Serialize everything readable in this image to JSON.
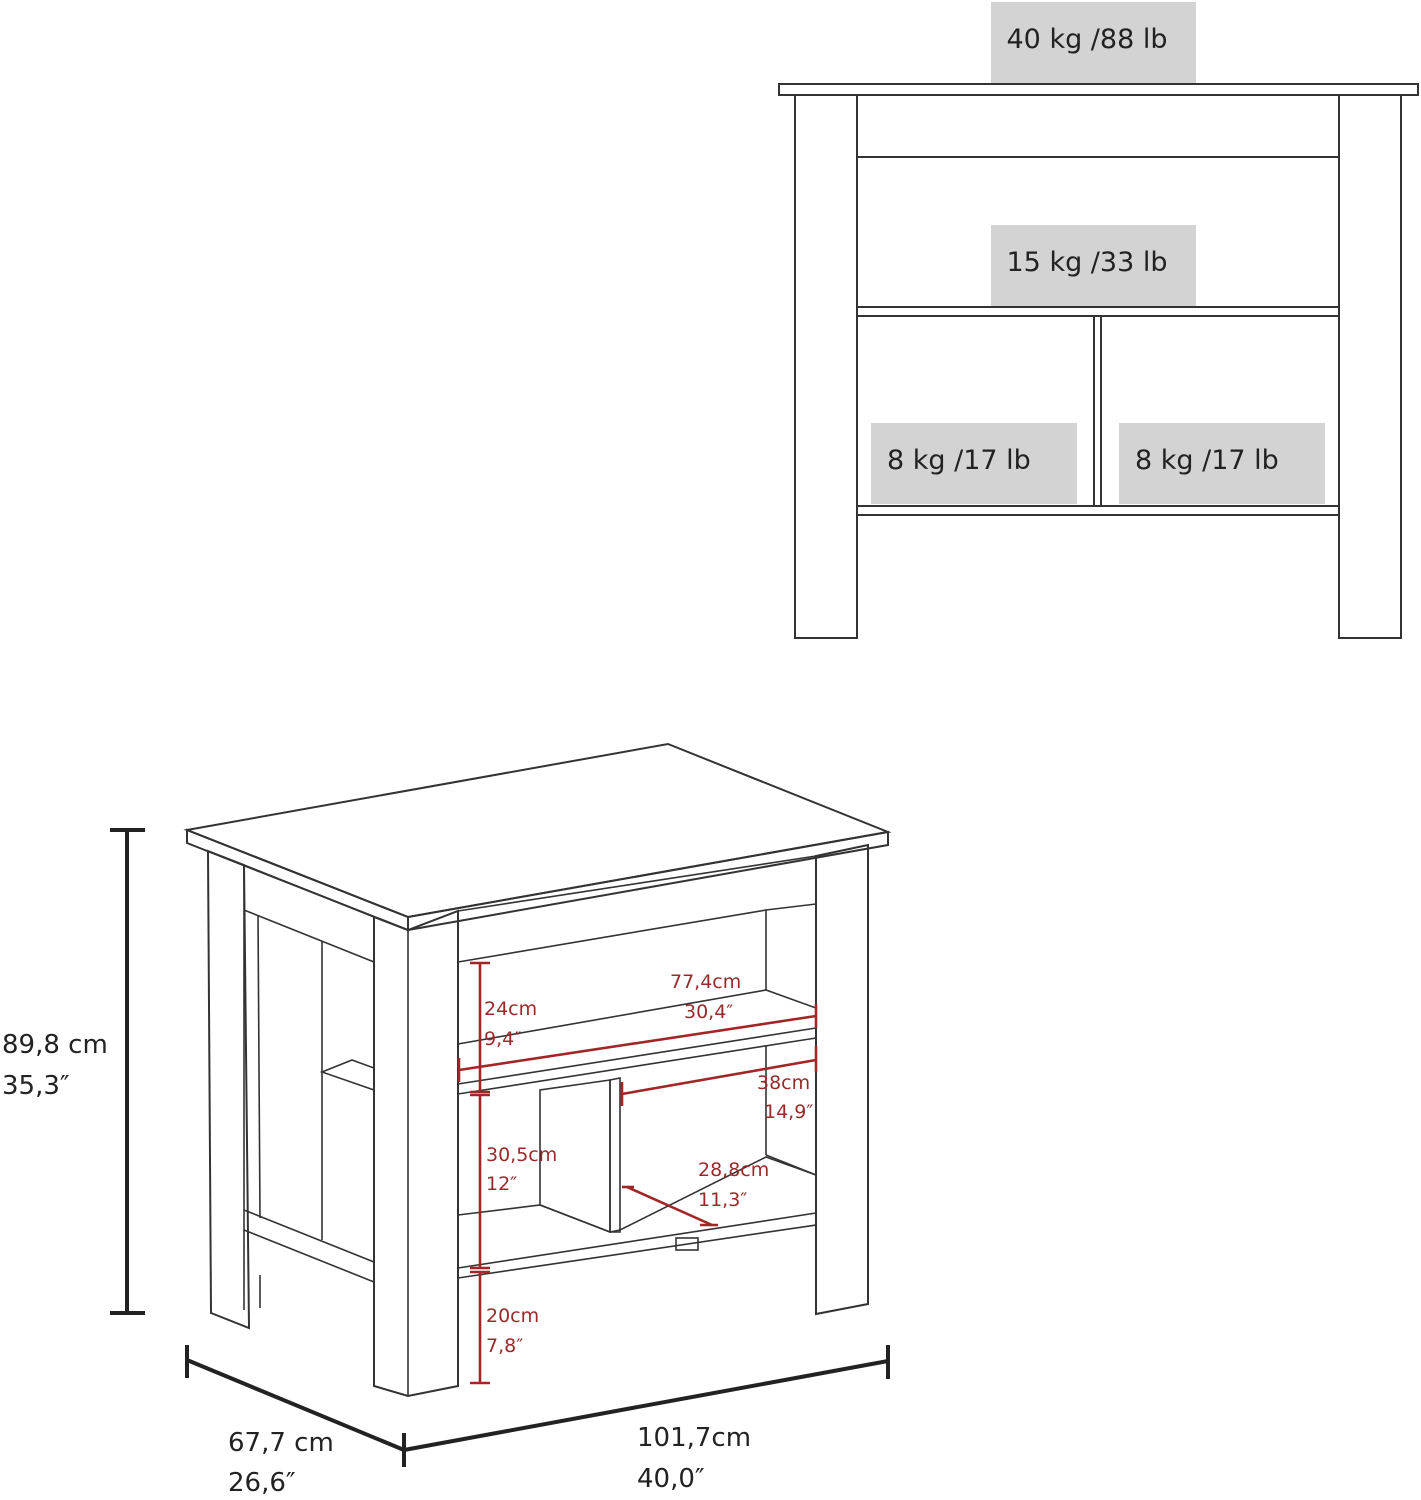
{
  "front_view": {
    "top_load": "40 kg /88 lb",
    "middle_shelf_load": "15 kg /33 lb",
    "left_cubby_load": "8 kg /17 lb",
    "right_cubby_load": "8 kg /17 lb"
  },
  "overall_dimensions": {
    "height_cm": "89,8 cm",
    "height_in": "35,3″",
    "depth_cm": "67,7 cm",
    "depth_in": "26,6″",
    "width_cm": "101,7cm",
    "width_in": "40,0″"
  },
  "interior_dimensions": {
    "upper_opening_height_cm": "24cm",
    "upper_opening_height_in": "9,4″",
    "shelf_width_cm": "77,4cm",
    "shelf_width_in": "30,4″",
    "cubby_width_cm": "38cm",
    "cubby_width_in": "14,9″",
    "cubby_height_cm": "30,5cm",
    "cubby_height_in": "12″",
    "cubby_depth_cm": "28,8cm",
    "cubby_depth_in": "11,3″",
    "bottom_clearance_cm": "20cm",
    "bottom_clearance_in": "7,8″"
  },
  "colors": {
    "line": "#333333",
    "dimension_red": "#a32626",
    "load_box": "#d3d3d3"
  }
}
